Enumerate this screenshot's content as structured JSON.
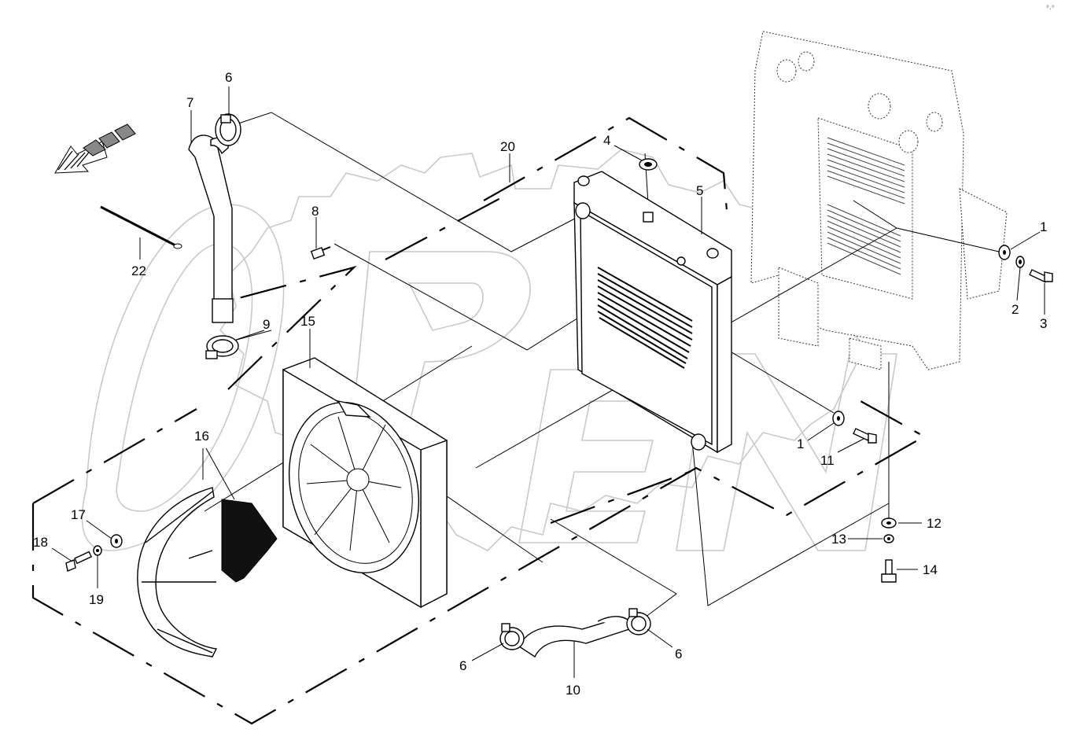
{
  "diagram": {
    "watermark": "OPEN",
    "corner_mark": "°∙°",
    "callouts": {
      "c1a": "1",
      "c1b": "1",
      "c2": "2",
      "c3": "3",
      "c4": "4",
      "c5": "5",
      "c6a": "6",
      "c6b": "6",
      "c6c": "6",
      "c7": "7",
      "c8": "8",
      "c9": "9",
      "c10": "10",
      "c11": "11",
      "c12": "12",
      "c13": "13",
      "c14": "14",
      "c15": "15",
      "c16": "16",
      "c17": "17",
      "c18": "18",
      "c19": "19",
      "c20": "20",
      "c22": "22"
    }
  }
}
